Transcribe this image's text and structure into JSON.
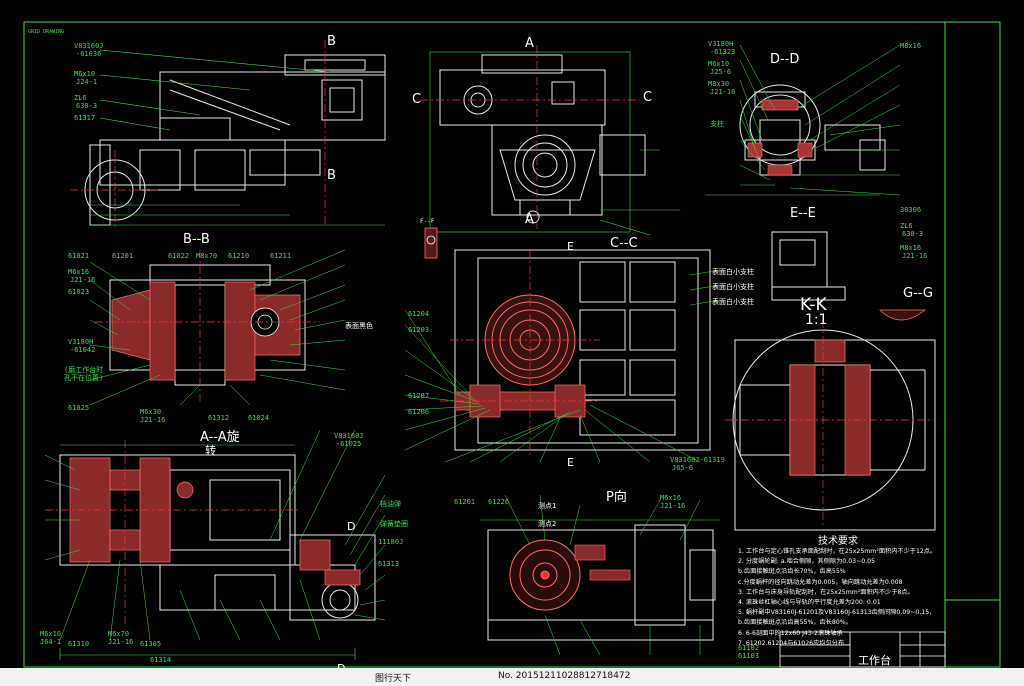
{
  "sheet": {
    "frame_label": "GRID DRAWING",
    "colors": {
      "background": "#000000",
      "frame": "#2fe34a",
      "outline": "#ffffff",
      "part": "#c0392b",
      "hatch": "#ff6b6b",
      "dim": "#2fe34a",
      "center": "#ff3030"
    }
  },
  "sections": {
    "b_top": "B",
    "b_bottom": "B",
    "a_top": "A",
    "a_bottom": "A",
    "c_left": "C",
    "c_right": "C",
    "d_d": "D--D",
    "b_b": "B--B",
    "c_c": "C--C",
    "e_mark_1": "E",
    "e_mark_2": "E",
    "e_e": "E--E",
    "f_f": "F--F",
    "k_k": "K-K",
    "k_scale": "1:1",
    "g_g": "G--G",
    "a_a": "A--A旋",
    "a_a_sub": "转",
    "p_view": "P向",
    "d_mark": "D",
    "d_mark_2": "D"
  },
  "labels_green": [
    "V83160J",
    "-61036",
    "M6x10",
    "J24-1",
    "ZL6",
    "630-3",
    "61317",
    "61021",
    "61201",
    "61022",
    "M8x70",
    "61210",
    "61211",
    "M6x16",
    "J21-16",
    "61023",
    "V3180H",
    "-61042",
    "(磨工作台时",
    "孔不在位置)",
    "61025",
    "M6x30",
    "J21-16",
    "61312",
    "61024",
    "61204",
    "61203",
    "61207",
    "61206",
    "M6x10",
    "J64-1",
    "61310",
    "M6x70",
    "J21-16",
    "61305",
    "61314",
    "V83160J",
    "-61025",
    "11180J",
    "61313",
    "V3180H",
    "-61323",
    "M6x10",
    "J25-6",
    "M8x30",
    "J21-16",
    "M8x16",
    "61201",
    "61226",
    "61102",
    "61103",
    "M6x16",
    "J21-16",
    "V83160J-61319",
    "J65-6",
    "30306",
    "ZL6",
    "630-3",
    "M8x16",
    "J21-16",
    "挡油弹",
    "支柱",
    "弹簧垫圈"
  ],
  "labels_white": [
    "表面黑色",
    "表面白小支柱",
    "表面白小支柱",
    "表面白小支柱",
    "测点1",
    "测点2"
  ],
  "tech": {
    "title": "技术要求",
    "items": [
      "1. 工作台与定心锥孔支承面配刮时，在25x25mm²面积内不少于12点。",
      "2. 分度蜗轮副: a.啮合侧隙，其侧隙为0.03~0.05",
      "              b.齿面接触斑点沿齿长70%，齿高55%",
      "              c.分度蜗杆的径向跳动允差为0.005，轴向跳动允差为0.008",
      "3. 工作台与床身导轨配刮时，在25x25mm²面积内不少于8点。",
      "4. 滚珠丝杠轴心线与导轨的平行度允差为200: 0.01",
      "5. 蜗杆副中V83160J-61201及V83160J-61313齿侧间隙0.09~0.15，",
      "   b.齿面接触斑点沿齿高55%，齿长80%。",
      "6. 6-6剖面中的12x60 J43-2滚珠轴承",
      "7. 61202.61204与61026应均匀分布..."
    ]
  },
  "title_block": {
    "name": "工作台"
  },
  "footer": {
    "site": "图行天下",
    "id": "No. 20151211028812718472"
  }
}
